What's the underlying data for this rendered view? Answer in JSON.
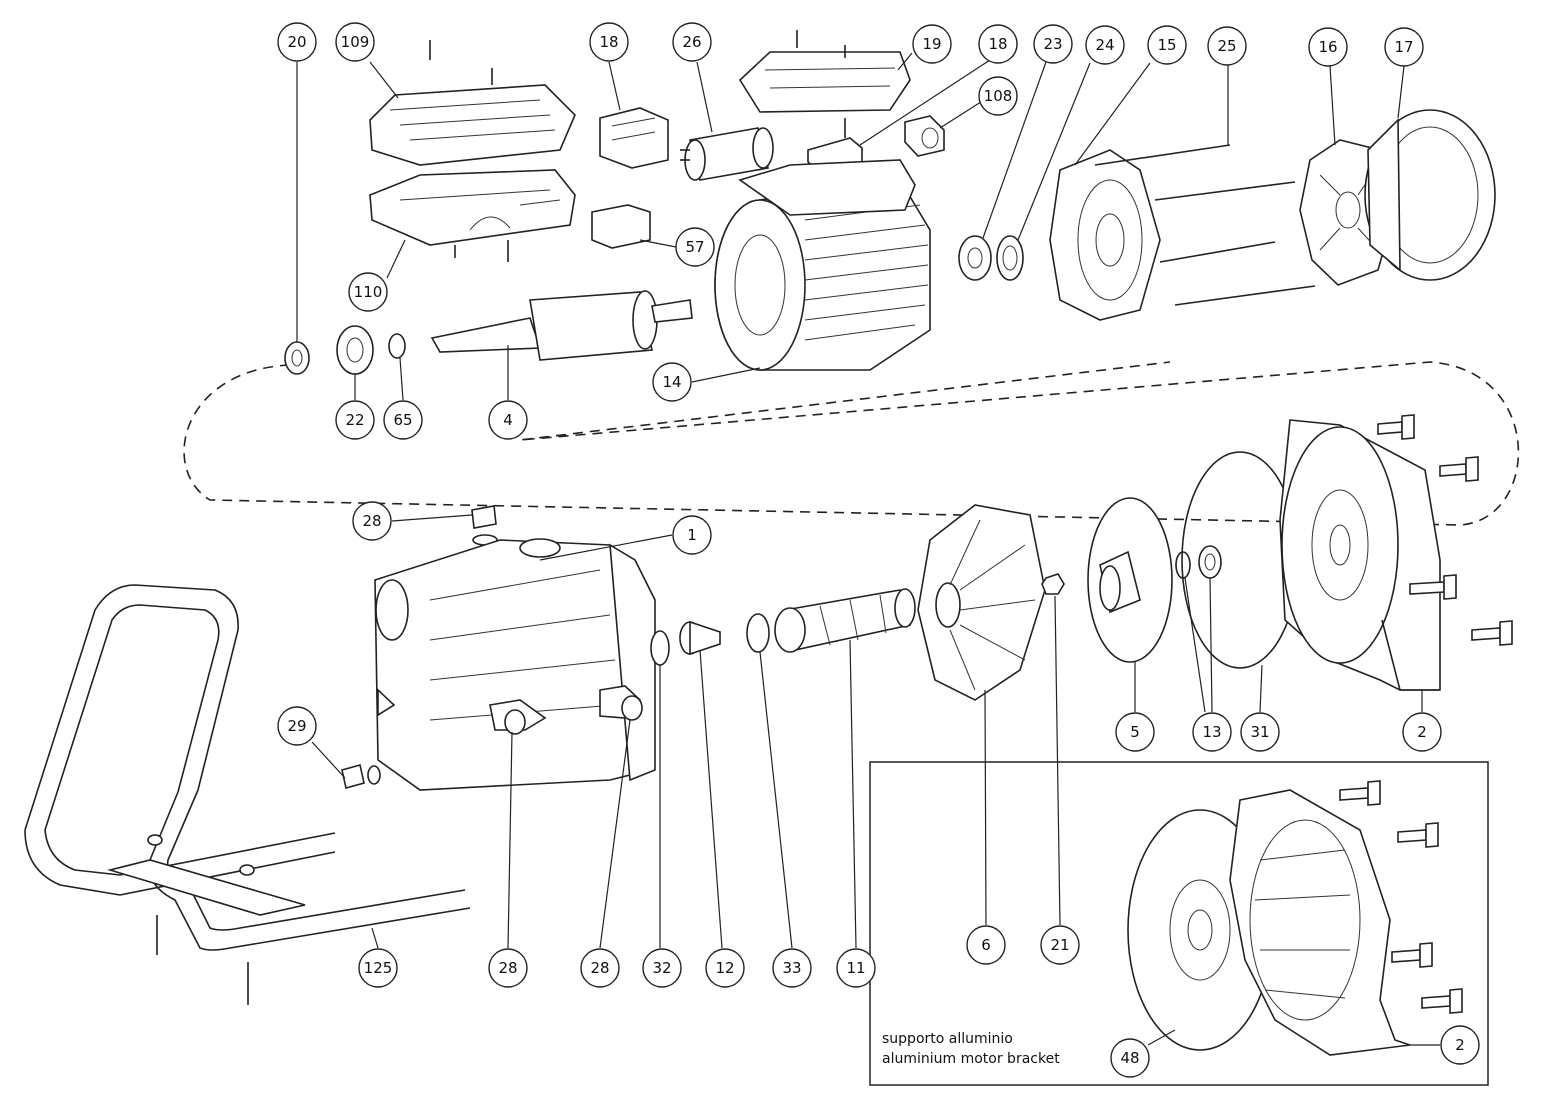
{
  "diagram": {
    "callouts": [
      "20",
      "109",
      "18",
      "26",
      "19",
      "18",
      "23",
      "24",
      "15",
      "25",
      "16",
      "17",
      "108",
      "57",
      "110",
      "22",
      "65",
      "4",
      "14",
      "28",
      "1",
      "29",
      "28",
      "28",
      "32",
      "12",
      "33",
      "11",
      "6",
      "21",
      "5",
      "13",
      "31",
      "2",
      "125",
      "2",
      "48"
    ],
    "inset_note": {
      "line1": "supporto alluminio",
      "line2": "aluminium motor bracket"
    }
  }
}
